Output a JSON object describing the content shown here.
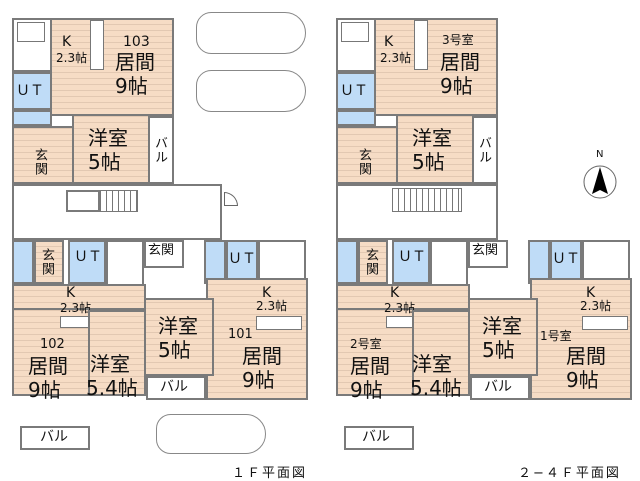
{
  "plans": [
    {
      "id": "1F",
      "caption": "１Ｆ平面図",
      "units": [
        {
          "unit_label": "103",
          "living": "居間",
          "living_size": "9帖",
          "kitchen": "K",
          "kitchen_size": "2.3帖",
          "western_room": "洋室",
          "western_size": "5帖",
          "bath": "ＵＴ",
          "entrance": "玄関",
          "balcony": "バル"
        },
        {
          "unit_label": "102",
          "living": "居間",
          "living_size": "9帖",
          "kitchen": "K",
          "kitchen_size": "2.3帖",
          "western_room": "洋室",
          "western_size": "5.4帖",
          "bath": "ＵＴ",
          "entrance": "玄関",
          "balcony": "バル"
        },
        {
          "unit_label": "101",
          "living": "居間",
          "living_size": "9帖",
          "kitchen": "K",
          "kitchen_size": "2.3帖",
          "western_room": "洋室",
          "western_size": "5帖",
          "bath": "ＵＴ",
          "entrance": "玄関",
          "balcony": "バル"
        }
      ],
      "parking_cars": 3
    },
    {
      "id": "2-4F",
      "caption": "２−４Ｆ平面図",
      "units": [
        {
          "unit_label": "3号室",
          "living": "居間",
          "living_size": "9帖",
          "kitchen": "K",
          "kitchen_size": "2.3帖",
          "western_room": "洋室",
          "western_size": "5帖",
          "bath": "ＵＴ",
          "entrance": "玄関",
          "balcony": "バル"
        },
        {
          "unit_label": "2号室",
          "living": "居間",
          "living_size": "9帖",
          "kitchen": "K",
          "kitchen_size": "2.3帖",
          "western_room": "洋室",
          "western_size": "5.4帖",
          "bath": "ＵＴ",
          "entrance": "玄関",
          "balcony": "バル"
        },
        {
          "unit_label": "1号室",
          "living": "居間",
          "living_size": "9帖",
          "kitchen": "K",
          "kitchen_size": "2.3帖",
          "western_room": "洋室",
          "western_size": "5帖",
          "bath": "ＵＴ",
          "entrance": "玄関",
          "balcony": "バル"
        }
      ]
    }
  ],
  "compass": {
    "label": "N",
    "icon": "north-arrow-icon"
  },
  "colors": {
    "floor": "#f6dcc5",
    "wet_area": "#bfdcf7",
    "wall": "#808080"
  }
}
